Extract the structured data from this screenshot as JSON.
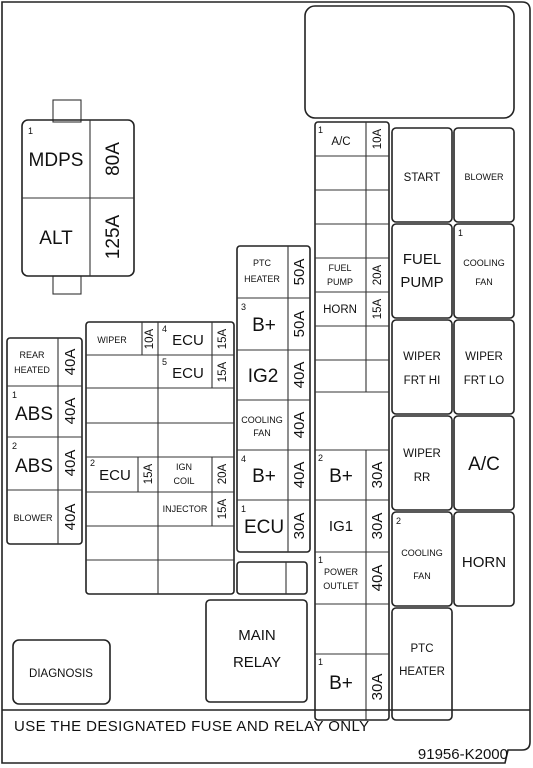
{
  "mdps_alt": {
    "num": "1",
    "mdps": "MDPS",
    "mdps_amp": "80A",
    "alt": "ALT",
    "alt_amp": "125A"
  },
  "diagnosis": "DIAGNOSIS",
  "main_relay": {
    "line1": "MAIN",
    "line2": "RELAY"
  },
  "left_col": {
    "rear_heated": {
      "line1": "REAR",
      "line2": "HEATED",
      "amp": "40A"
    },
    "abs1": {
      "num": "1",
      "label": "ABS",
      "amp": "40A"
    },
    "abs2": {
      "num": "2",
      "label": "ABS",
      "amp": "40A"
    },
    "blower": {
      "label": "BLOWER",
      "amp": "40A"
    }
  },
  "mini": {
    "wiper": {
      "label": "WIPER",
      "amp": "10A"
    },
    "ecu4": {
      "num": "4",
      "label": "ECU",
      "amp": "15A"
    },
    "ecu5": {
      "num": "5",
      "label": "ECU",
      "amp": "15A"
    },
    "ecu2": {
      "num": "2",
      "label": "ECU",
      "amp": "15A"
    },
    "ign_coil": {
      "line1": "IGN",
      "line2": "COIL",
      "amp": "20A"
    },
    "injector": {
      "label": "INJECTOR",
      "amp": "15A"
    }
  },
  "center": {
    "ptc_heater": {
      "line1": "PTC",
      "line2": "HEATER",
      "amp": "50A"
    },
    "bplus3": {
      "num": "3",
      "label": "B+",
      "amp": "50A"
    },
    "ig2": {
      "label": "IG2",
      "amp": "40A"
    },
    "cooling_fan": {
      "line1": "COOLING",
      "line2": "FAN",
      "amp": "40A"
    },
    "bplus4": {
      "num": "4",
      "label": "B+",
      "amp": "40A"
    },
    "ecu1": {
      "num": "1",
      "label": "ECU",
      "amp": "30A"
    }
  },
  "right_fuse": {
    "ac": {
      "num": "1",
      "label": "A/C",
      "amp": "10A"
    },
    "fuel_pump": {
      "line1": "FUEL",
      "line2": "PUMP",
      "amp": "20A"
    },
    "horn": {
      "label": "HORN",
      "amp": "15A"
    },
    "bplus2": {
      "num": "2",
      "label": "B+",
      "amp": "30A"
    },
    "ig1": {
      "label": "IG1",
      "amp": "30A"
    },
    "power_outlet": {
      "num": "1",
      "line1": "POWER",
      "line2": "OUTLET",
      "amp": "40A"
    },
    "bplus1": {
      "num": "1",
      "label": "B+",
      "amp": "30A"
    }
  },
  "relays": {
    "start": "START",
    "blower": "BLOWER",
    "fuel_pump": {
      "line1": "FUEL",
      "line2": "PUMP"
    },
    "cooling_fan1": {
      "num": "1",
      "line1": "COOLING",
      "line2": "FAN"
    },
    "wiper_frt_hi": {
      "line1": "WIPER",
      "line2": "FRT HI"
    },
    "wiper_frt_lo": {
      "line1": "WIPER",
      "line2": "FRT LO"
    },
    "wiper_rr": {
      "line1": "WIPER",
      "line2": "RR"
    },
    "ac": "A/C",
    "cooling_fan2": {
      "num": "2",
      "line1": "COOLING",
      "line2": "FAN"
    },
    "horn": "HORN",
    "ptc_heater": {
      "line1": "PTC",
      "line2": "HEATER"
    }
  },
  "footer": {
    "notice": "USE THE DESIGNATED FUSE AND RELAY ONLY",
    "part_number": "91956-K2000"
  }
}
